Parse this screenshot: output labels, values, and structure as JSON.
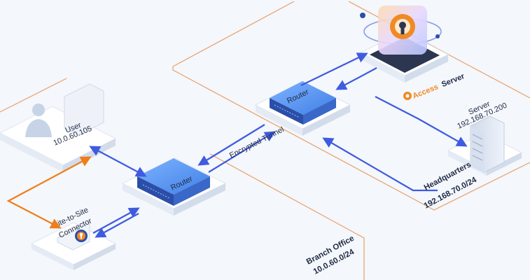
{
  "labels": {
    "user_name": "User",
    "user_ip": "10.0.60.105",
    "router_branch": "Router",
    "router_hq": "Router",
    "encrypted_tunnel": "Encrypted Tunnel",
    "connector_line1": "Site-to-Site",
    "connector_line2": "Connector",
    "access_server_word1": "Access",
    "access_server_word2": "Server",
    "server_name": "Server",
    "server_ip": "192.168.70.200",
    "hq_name": "Headquarters",
    "hq_subnet": "192.168.70.0/24",
    "branch_name": "Branch Office",
    "branch_subnet": "10.0.60.0/24"
  },
  "colors": {
    "background": "#f4f7fb",
    "platform": "#ffffff",
    "platform_edge": "#dfe6f0",
    "zone_outline": "#e8a06a",
    "arrow_blue": "#3f5be0",
    "arrow_orange": "#ef7d1a",
    "router_blue": "#4f8ff0",
    "router_dark": "#2b4ea8",
    "brand_orange": "#f08a24"
  },
  "icons": {
    "user": "person-icon",
    "connector": "openvpn-keyhole-icon",
    "access_server": "openvpn-keyhole-icon",
    "server": "server-rack-icon",
    "router": "router-box-icon"
  }
}
